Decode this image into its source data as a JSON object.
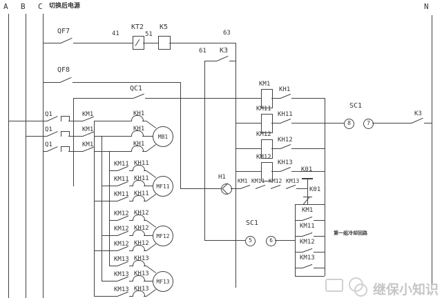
{
  "colors": {
    "line": "#3f3f3f",
    "text": "#333333",
    "watermark": "#c6c6c6"
  },
  "buses": {
    "a": "A",
    "b": "B",
    "c": "C",
    "n": "N",
    "note": "切换后电源"
  },
  "top_row": {
    "qf7": "QF7",
    "num41": "41",
    "kt2": "KT2",
    "num51": "51",
    "k5": "K5",
    "num63": "63",
    "num61": "61",
    "k3": "K3",
    "qf8": "QF8",
    "qc1": "QC1"
  },
  "q1": "Q1",
  "motor_groups": [
    {
      "km": "KM1",
      "kh": "KH1",
      "motor": "MB1"
    },
    {
      "km": "KM11",
      "kh": "KH11",
      "motor": "MF11"
    },
    {
      "km": "KM12",
      "kh": "KH12",
      "motor": "MF12"
    },
    {
      "km": "KM13",
      "kh": "KH13",
      "motor": "MF13"
    }
  ],
  "coil_branches": [
    {
      "coil": "KM1",
      "aux": "KH1"
    },
    {
      "coil": "KM11",
      "aux": "KH11"
    },
    {
      "coil": "KM12",
      "aux": "KH12"
    },
    {
      "coil": "KM12",
      "aux": "KH13"
    }
  ],
  "selector_top": {
    "label": "SC1",
    "term_left": "8",
    "term_right": "7",
    "k3": "K3"
  },
  "lamp_branch": {
    "lamp": "H1",
    "contacts": [
      "KM1",
      "KM11",
      "KM12",
      "KM13"
    ],
    "k01_upper": "K01",
    "k01_lower": "K01"
  },
  "interlock_ladder": {
    "contacts": [
      "KM1",
      "KM11",
      "KM12",
      "KM13"
    ],
    "selector": "SC1",
    "term_left": "5",
    "term_right": "6",
    "note": "第一组冷却回路"
  },
  "watermark": {
    "text": "继保小知识"
  }
}
